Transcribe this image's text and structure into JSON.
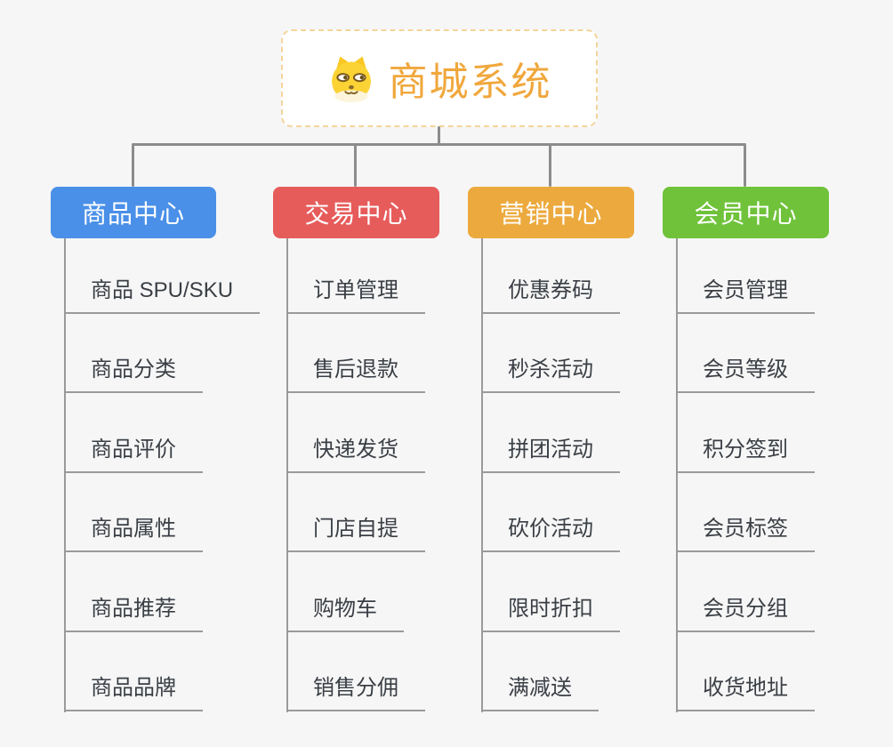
{
  "root": {
    "title": "商城系统",
    "icon": "dog-face-icon",
    "accent_color": "#F0A73C",
    "border_color": "#F3D49B",
    "background": "#FFFFFF"
  },
  "colors": {
    "page_background": "#F6F6F6",
    "connector": "#8C8C8C",
    "leaf_line": "#9A9A9A",
    "leaf_text": "#3A3F45"
  },
  "branches": [
    {
      "label": "商品中心",
      "color": "#4A90E8",
      "items": [
        "商品 SPU/SKU",
        "商品分类",
        "商品评价",
        "商品属性",
        "商品推荐",
        "商品品牌"
      ]
    },
    {
      "label": "交易中心",
      "color": "#E65C5B",
      "items": [
        "订单管理",
        "售后退款",
        "快递发货",
        "门店自提",
        "购物车",
        "销售分佣"
      ]
    },
    {
      "label": "营销中心",
      "color": "#ECAA3E",
      "items": [
        "优惠券码",
        "秒杀活动",
        "拼团活动",
        "砍价活动",
        "限时折扣",
        "满减送"
      ]
    },
    {
      "label": "会员中心",
      "color": "#6FC23A",
      "items": [
        "会员管理",
        "会员等级",
        "积分签到",
        "会员标签",
        "会员分组",
        "收货地址"
      ]
    }
  ]
}
